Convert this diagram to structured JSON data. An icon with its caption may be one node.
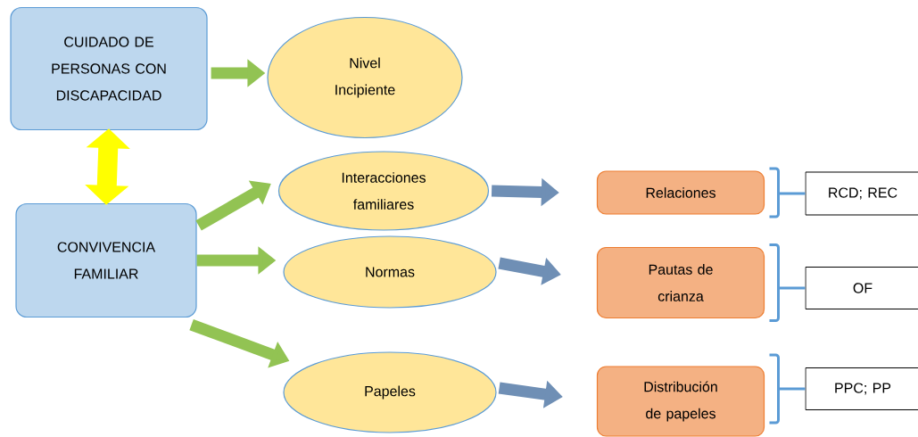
{
  "diagram": {
    "nodes": [
      {
        "text": [
          "CUIDADO DE PERSONAS CON DISCAPACIDAD"
        ]
      },
      {
        "text": [
          "Nivel Incipiente"
        ]
      },
      {
        "text": [
          "CONVIVENCIA FAMILIAR"
        ]
      },
      {
        "text": [
          "Interacciones familiares"
        ]
      },
      {
        "text": [
          "Normas"
        ]
      },
      {
        "text": [
          "Papeles"
        ]
      },
      {
        "text": [
          "Relaciones"
        ]
      },
      {
        "text": [
          "Pautas de crianza"
        ]
      },
      {
        "text": [
          "Distribución de papeles"
        ]
      },
      {
        "text": [
          "RCD; REC"
        ]
      },
      {
        "text": [
          "OF"
        ]
      },
      {
        "text": [
          "PPC; PP"
        ]
      }
    ],
    "edges": [
      {
        "from": 0,
        "to": 1,
        "arrow": "to"
      },
      {
        "from": 0,
        "to": 2,
        "arrow": "both",
        "color": "#ffff00"
      },
      {
        "from": 2,
        "to": 3,
        "arrow": "to"
      },
      {
        "from": 2,
        "to": 4,
        "arrow": "to"
      },
      {
        "from": 2,
        "to": 5,
        "arrow": "to"
      },
      {
        "from": 3,
        "to": 6,
        "arrow": "to",
        "color": "#6f8fb5"
      },
      {
        "from": 4,
        "to": 7,
        "arrow": "to",
        "color": "#6f8fb5"
      },
      {
        "from": 5,
        "to": 8,
        "arrow": "to",
        "color": "#6f8fb5"
      },
      {
        "from": 6,
        "to": 9,
        "arrow": "none",
        "color": "#5b9bd5"
      },
      {
        "from": 7,
        "to": 10,
        "arrow": "none",
        "color": "#5b9bd5"
      },
      {
        "from": 8,
        "to": 11,
        "arrow": "none",
        "color": "#5b9bd5"
      }
    ]
  }
}
